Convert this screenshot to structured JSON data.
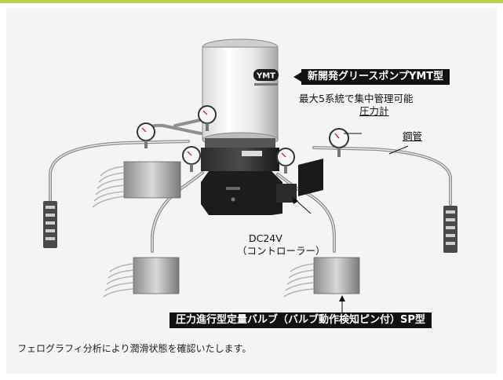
{
  "labels": {
    "pump": "新開発グリースポンプYMT型",
    "centralized": "最大5系統で集中管理可能",
    "pressure_gauge": "圧力計",
    "steel_pipe": "鋼管",
    "dc24v": "DC24V",
    "controller": "（コントローラー）",
    "valve": "圧力進行型定量バルブ（バルブ動作検知ピン付）SP型",
    "pump_logo": "YMT"
  },
  "caption": "フェログラフィ分析により潤滑状態を確認いたします。",
  "colors": {
    "accent_rule": "#b7d44a",
    "panel_bg": "#f3f4f4",
    "label_bg": "#111111"
  }
}
